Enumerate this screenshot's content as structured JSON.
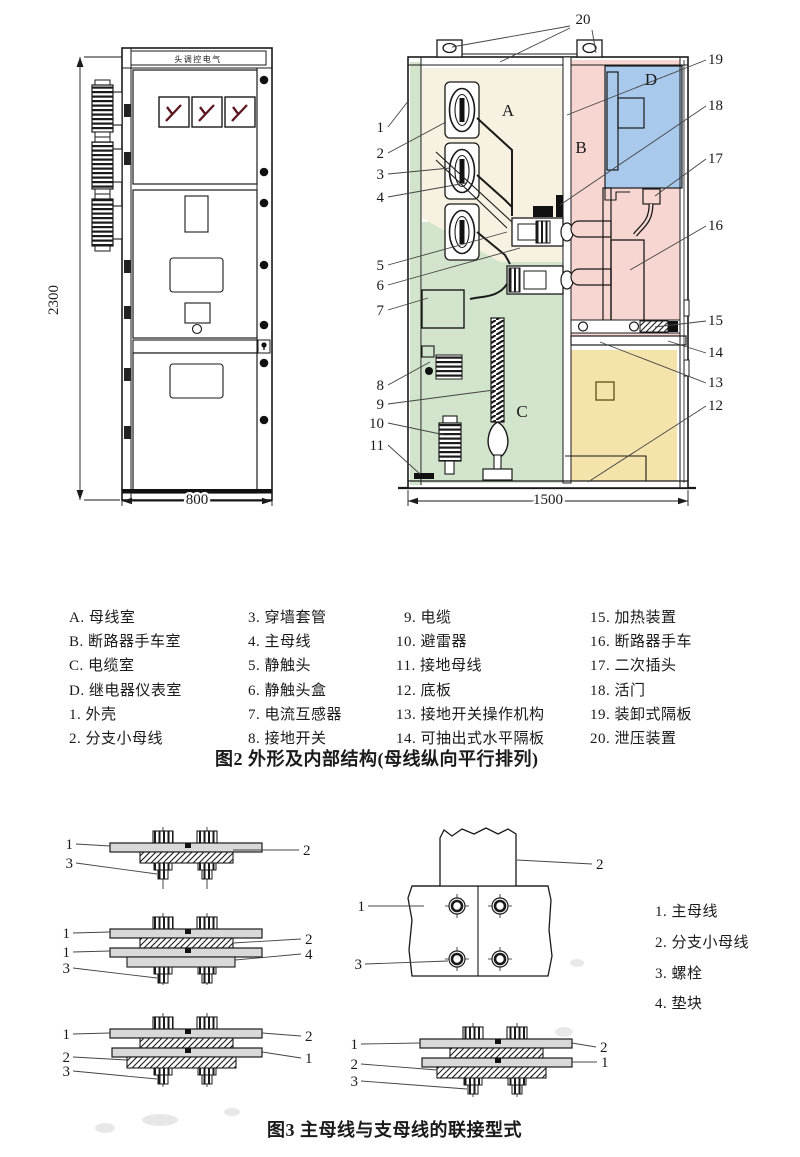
{
  "figure2": {
    "caption": "图2 外形及内部结构(母线纵向平行排列)",
    "front_view": {
      "nameplate": "头调控电气",
      "height_dim": "2300",
      "width_dim": "800"
    },
    "section_view": {
      "width_dim": "1500",
      "regions": {
        "a": "A",
        "b": "B",
        "c": "C",
        "d": "D"
      },
      "callouts_left": [
        "1",
        "2",
        "3",
        "4",
        "5",
        "6",
        "7",
        "8",
        "9",
        "10",
        "11"
      ],
      "callouts_right": [
        "20",
        "19",
        "18",
        "17",
        "16",
        "15",
        "14",
        "13",
        "12"
      ]
    },
    "legend_columns": [
      [
        "A. 母线室",
        "B. 断路器手车室",
        "C. 电缆室",
        "D. 继电器仪表室",
        "1. 外壳",
        "2. 分支小母线"
      ],
      [
        "3. 穿墙套管",
        "4. 主母线",
        "5. 静触头",
        "6. 静触头盒",
        "7. 电流互感器",
        "8. 接地开关"
      ],
      [
        "9. 电缆",
        "10. 避雷器",
        "11. 接地母线",
        "12. 底板",
        "13. 接地开关操作机构",
        "14. 可抽出式水平隔板"
      ],
      [
        "15. 加热装置",
        "16. 断路器手车",
        "17. 二次插头",
        "18. 活门",
        "19. 装卸式隔板",
        "20. 泄压装置"
      ]
    ]
  },
  "figure3": {
    "caption": "图3 主母线与支母线的联接型式",
    "legend": [
      "1. 主母线",
      "2. 分支小母线",
      "3. 螺栓",
      "4. 垫块"
    ],
    "joint_a_labels": [
      "1",
      "3",
      "2"
    ],
    "joint_b_labels": [
      "1",
      "1",
      "3",
      "2",
      "4"
    ],
    "joint_c_labels": [
      "1",
      "2",
      "3",
      "2",
      "1"
    ],
    "joint_d_labels": [
      "1",
      "2",
      "3",
      "2",
      "1"
    ],
    "joint_t_labels": [
      "2",
      "1",
      "3"
    ]
  },
  "colors": {
    "busbar_room_cream": "#f6f1e1",
    "breaker_room_pink": "#f7d6d1",
    "cable_room_green": "#d2e4cb",
    "relay_room_blue": "#a9c9ec",
    "lower_right_yellow": "#f4e3aa",
    "busbar_gray": "#d9d9d9",
    "meter_needle_red": "#5c1620",
    "line": "#1a1a1a"
  }
}
